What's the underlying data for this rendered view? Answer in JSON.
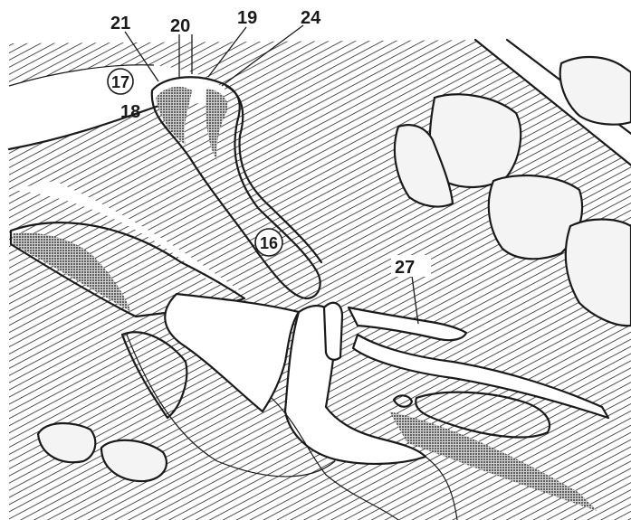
{
  "labels": {
    "l21": "21",
    "l20": "20",
    "l19": "19",
    "l24": "24",
    "l17": "17",
    "l18": "18",
    "l16": "16",
    "l27": "27"
  },
  "colors": {
    "ink": "#1a1a1a",
    "paper": "#ffffff",
    "vertebra_fill": "#f4f4f4"
  }
}
